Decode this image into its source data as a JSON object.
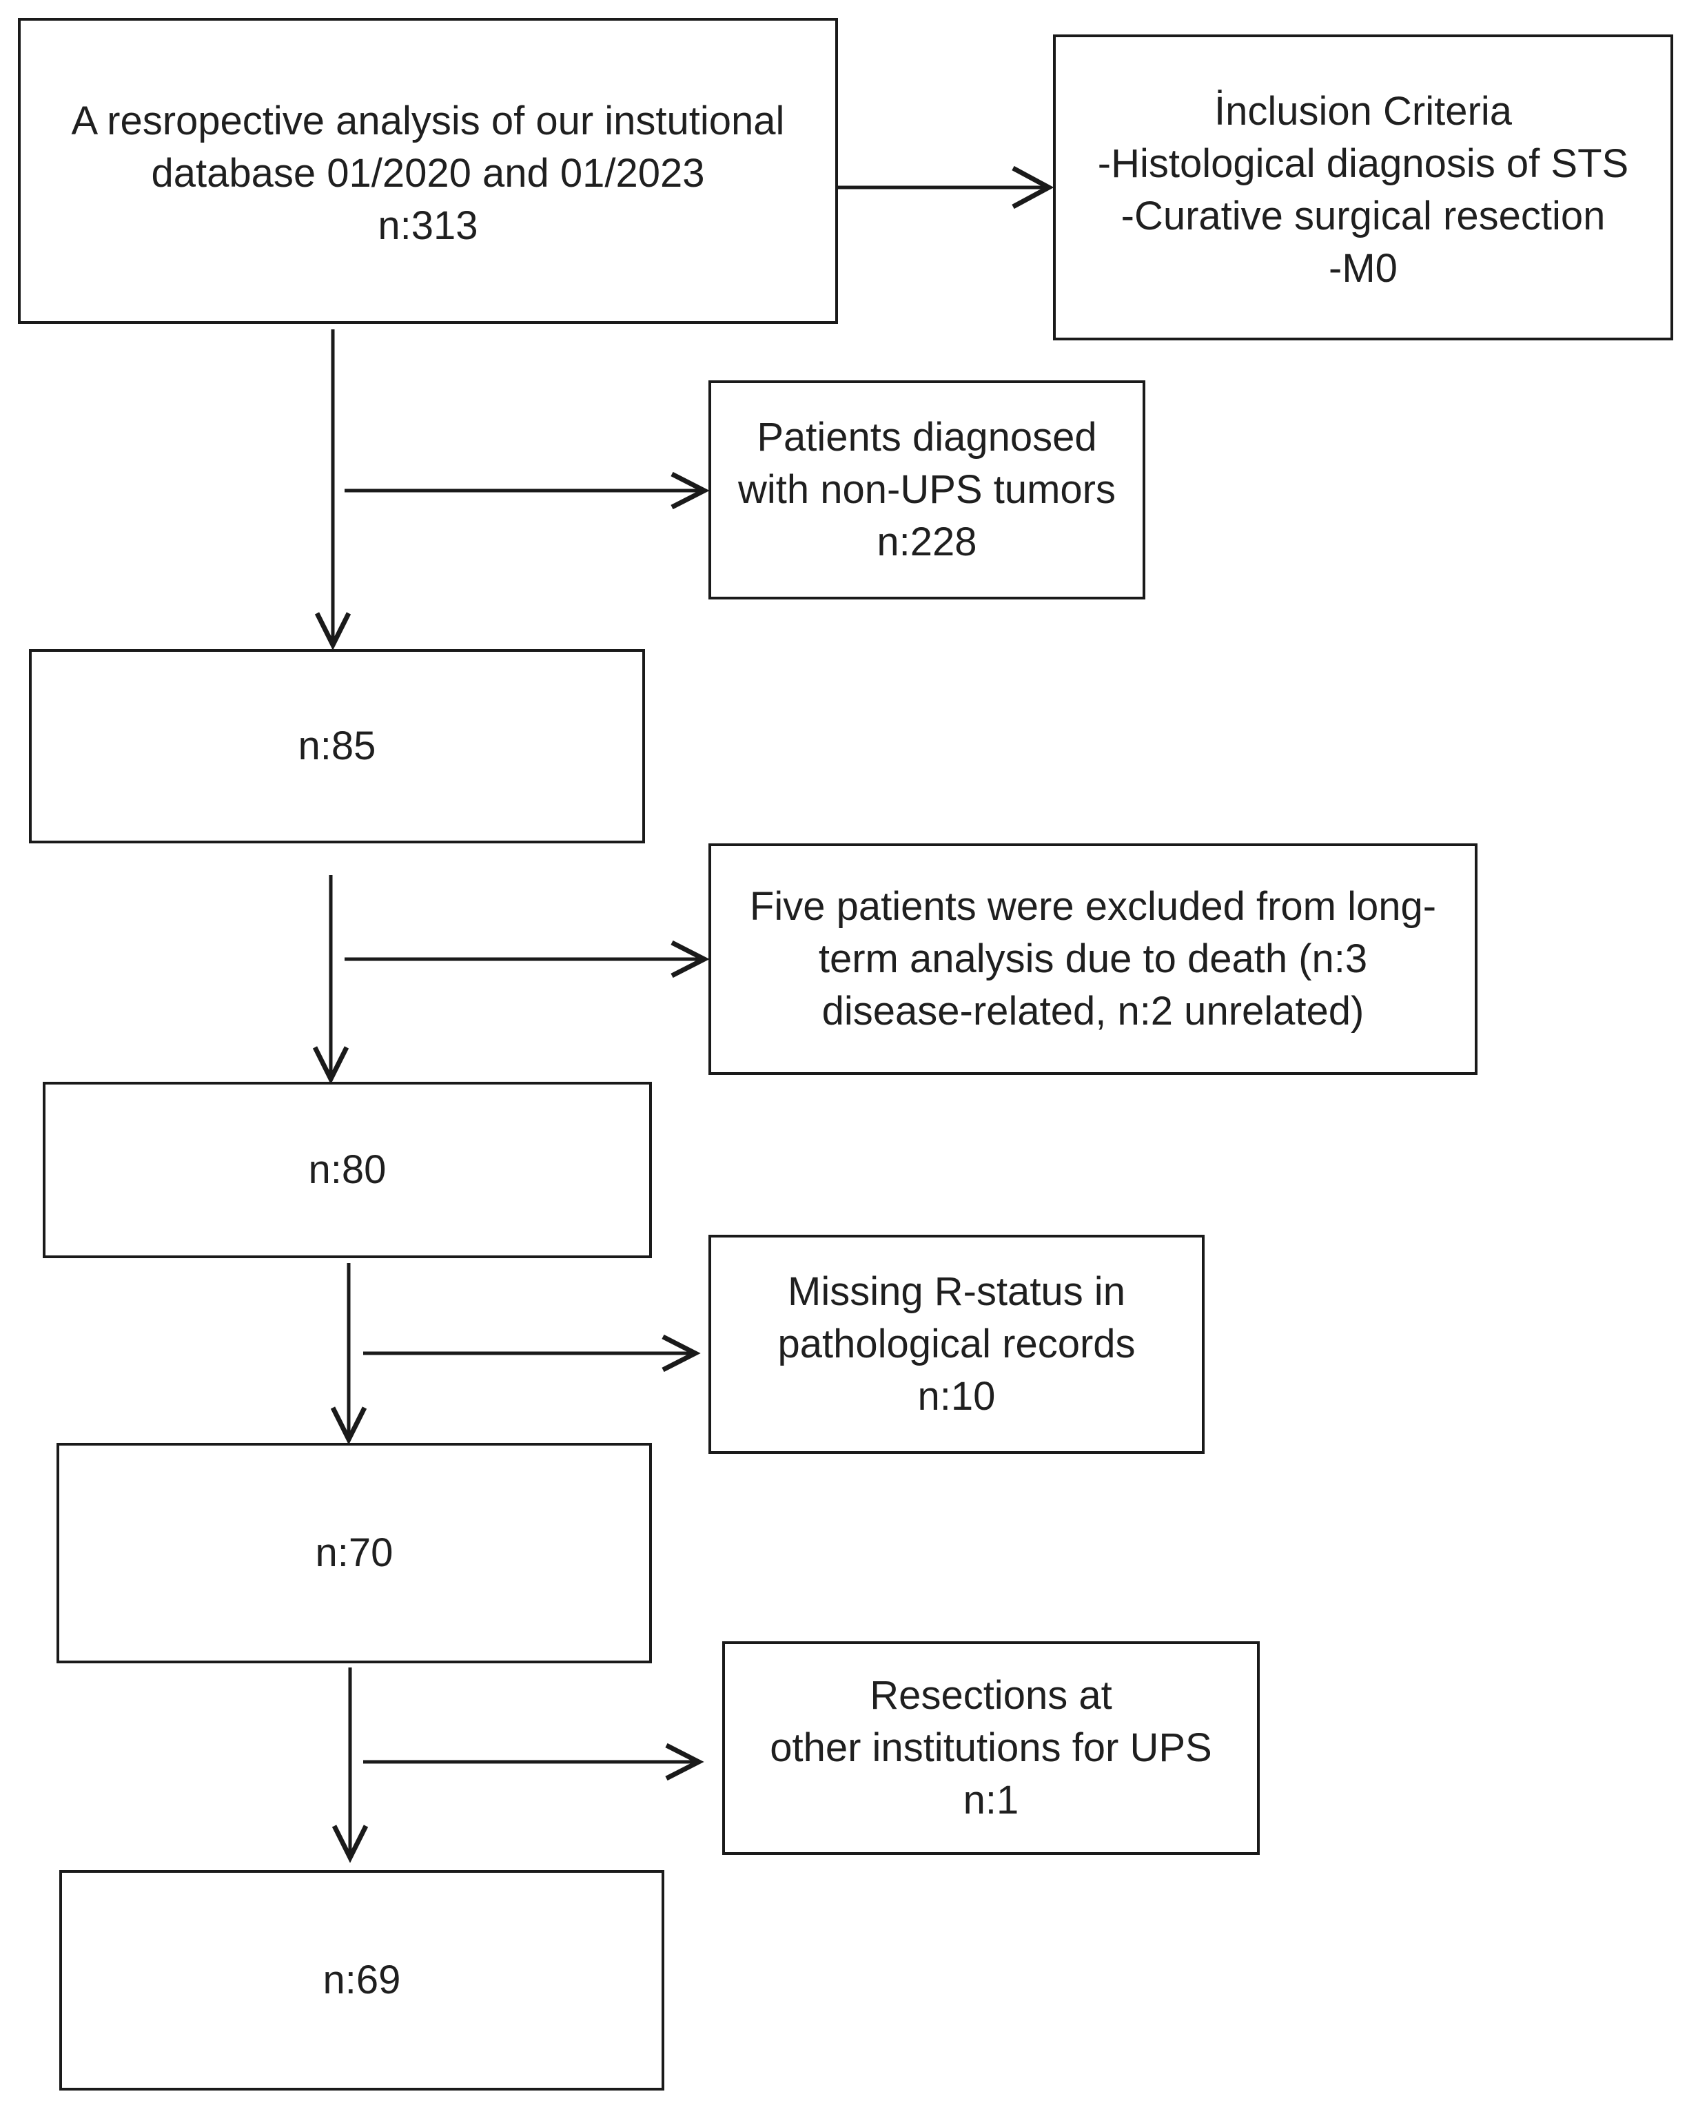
{
  "boxes": {
    "start": {
      "lines": [
        "A resropective analysis of our instutional",
        "database 01/2020 and 01/2023",
        "n:313"
      ]
    },
    "inclusion": {
      "lines": [
        "İnclusion Criteria",
        "-Histological diagnosis of STS",
        "-Curative surgical resection",
        "-M0"
      ]
    },
    "excluded_non_ups": {
      "lines": [
        "Patients diagnosed",
        "with non-UPS tumors",
        "n:228"
      ]
    },
    "n85": {
      "lines": [
        "n:85"
      ]
    },
    "excluded_death": {
      "lines": [
        "Five patients were excluded from long-",
        "term analysis due to death (n:3",
        "disease-related, n:2 unrelated)"
      ]
    },
    "n80": {
      "lines": [
        "n:80"
      ]
    },
    "excluded_r_status": {
      "lines": [
        "Missing R-status in",
        "pathological records",
        "n:10"
      ]
    },
    "n70": {
      "lines": [
        "n:70"
      ]
    },
    "excluded_other_institutions": {
      "lines": [
        "Resections at",
        "other institutions for UPS",
        "n:1"
      ]
    },
    "n69": {
      "lines": [
        "n:69"
      ]
    }
  },
  "colors": {
    "stroke": "#1a1a1a",
    "text": "#1f1f1f",
    "background": "#ffffff"
  }
}
